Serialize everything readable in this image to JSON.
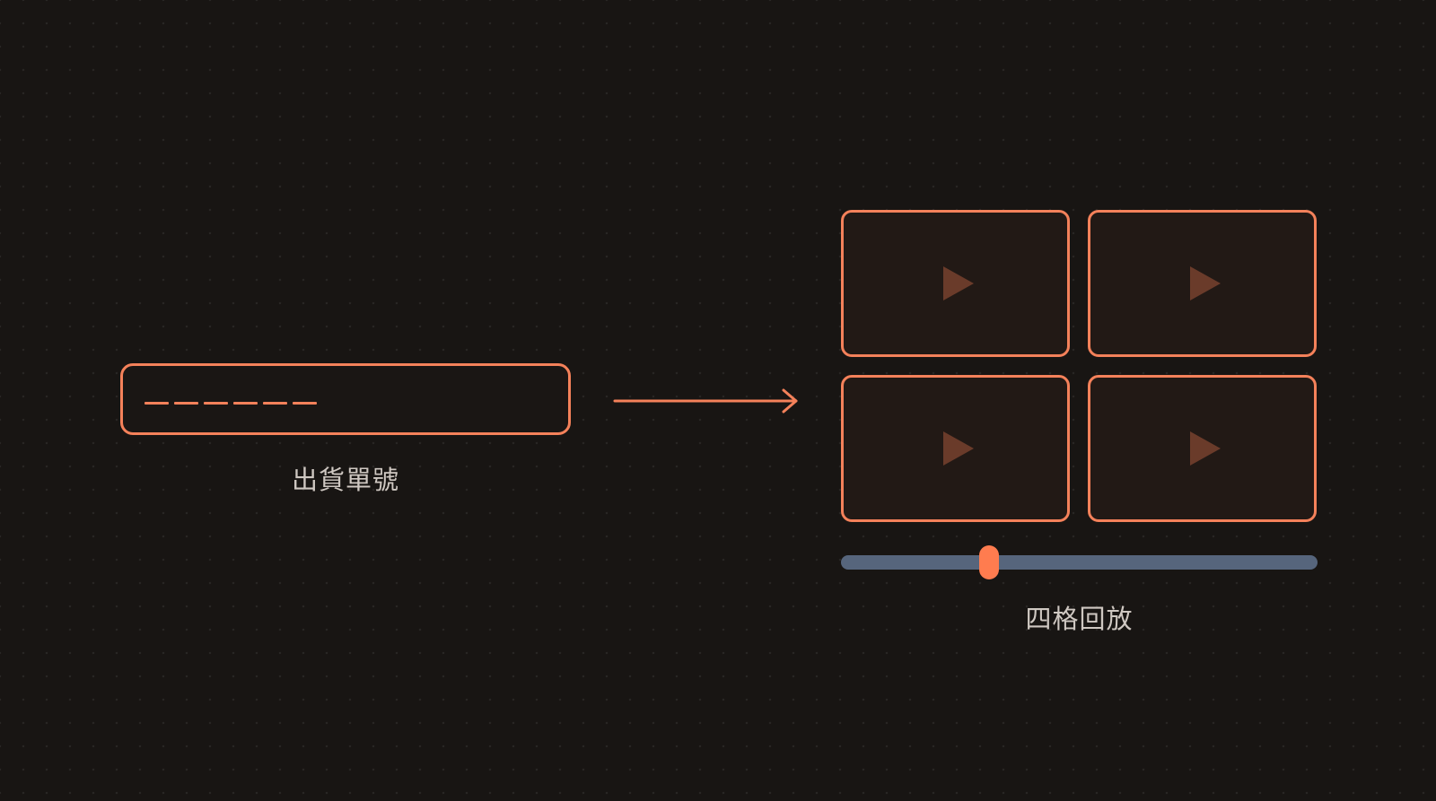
{
  "colors": {
    "background": "#181513",
    "accent": "#f4815a",
    "tile_fill": "#221915",
    "play_icon": "#6a3b2a",
    "track": "#56657c",
    "thumb": "#ff7c4f",
    "label_text": "#cfc8c2"
  },
  "order_input": {
    "value": "",
    "icon": "dashed-placeholder",
    "dash_count": 6
  },
  "order_label": "出貨單號",
  "flow_arrow": {
    "icon": "arrow-right-icon"
  },
  "video_grid": {
    "tiles": [
      {
        "icon": "play-icon"
      },
      {
        "icon": "play-icon"
      },
      {
        "icon": "play-icon"
      },
      {
        "icon": "play-icon"
      }
    ]
  },
  "scrubber": {
    "position_fraction": 0.31
  },
  "playback_label": "四格回放"
}
